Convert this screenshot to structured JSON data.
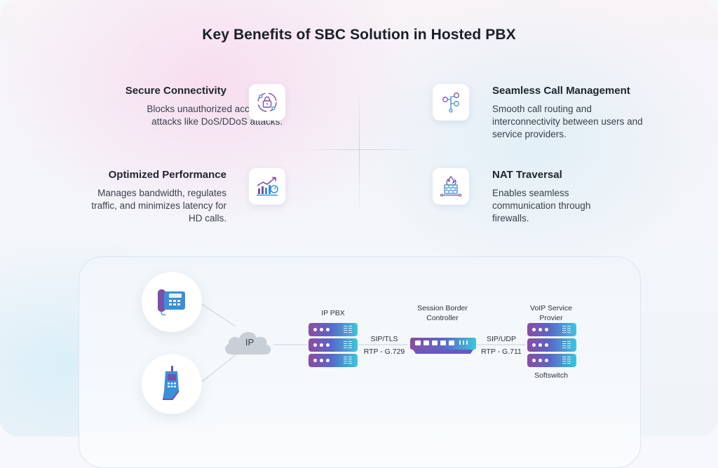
{
  "title": "Key Benefits of SBC Solution in Hosted PBX",
  "benefits": [
    {
      "heading": "Secure Connectivity",
      "text": "Blocks unauthorized access and attacks like DoS/DDoS attacks.",
      "icon": "lock-shield-icon"
    },
    {
      "heading": "Optimized Performance",
      "text": "Manages bandwidth, regulates traffic, and minimizes latency for HD calls.",
      "icon": "performance-chart-icon"
    },
    {
      "heading": "Seamless Call Management",
      "text": "Smooth call routing and interconnectivity between users and service providers.",
      "icon": "call-routing-icon"
    },
    {
      "heading": "NAT Traversal",
      "text": "Enables seamless communication through firewalls.",
      "icon": "firewall-icon"
    }
  ],
  "diagram": {
    "cloud_label": "IP",
    "ip_pbx_label": "IP PBX",
    "sbc_label_line1": "Session Border",
    "sbc_label_line2": "Controller",
    "voip_label_line1": "VoIP Service",
    "voip_label_line2": "Provier",
    "softswitch_label": "Softswitch",
    "link_left_line1": "SIP/TLS",
    "link_left_line2": "RTP - G.729",
    "link_right_line1": "SIP/UDP",
    "link_right_line2": "RTP - G.711",
    "devices": [
      "desk-phone-icon",
      "mobile-phone-icon"
    ]
  },
  "colors": {
    "accent_purple": "#8a4ca3",
    "accent_blue": "#5b65c9",
    "accent_cyan": "#3bc6dd",
    "icon_blue": "#3b8fd9"
  }
}
